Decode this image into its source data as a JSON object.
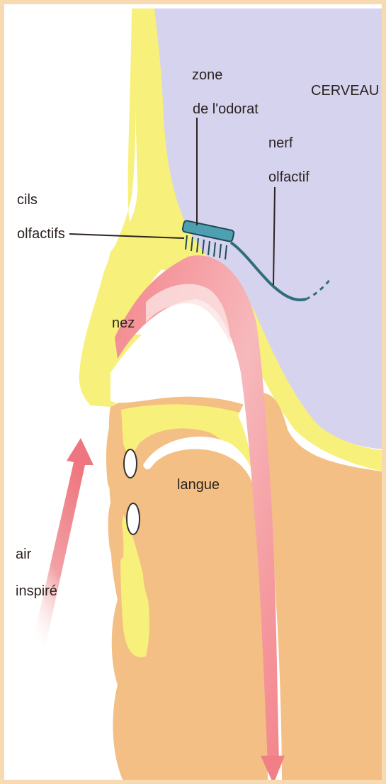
{
  "labels": {
    "cerveau": "CERVEAU",
    "zone_line1": "zone",
    "zone_line2": "de l'odorat",
    "nerf_line1": "nerf",
    "nerf_line2": "olfactif",
    "cils_line1": "cils",
    "cils_line2": "olfactifs",
    "nez": "nez",
    "langue": "langue",
    "air_line1": "air",
    "air_line2": "inspiré"
  },
  "colors": {
    "brain": "#d6d3ee",
    "bone_yellow": "#f7f07a",
    "flesh": "#f4bf85",
    "airflow": "#f07f86",
    "nerve": "#2f6e7a",
    "cilia": "#4f9fb3",
    "frame": "#f7d9b2"
  }
}
